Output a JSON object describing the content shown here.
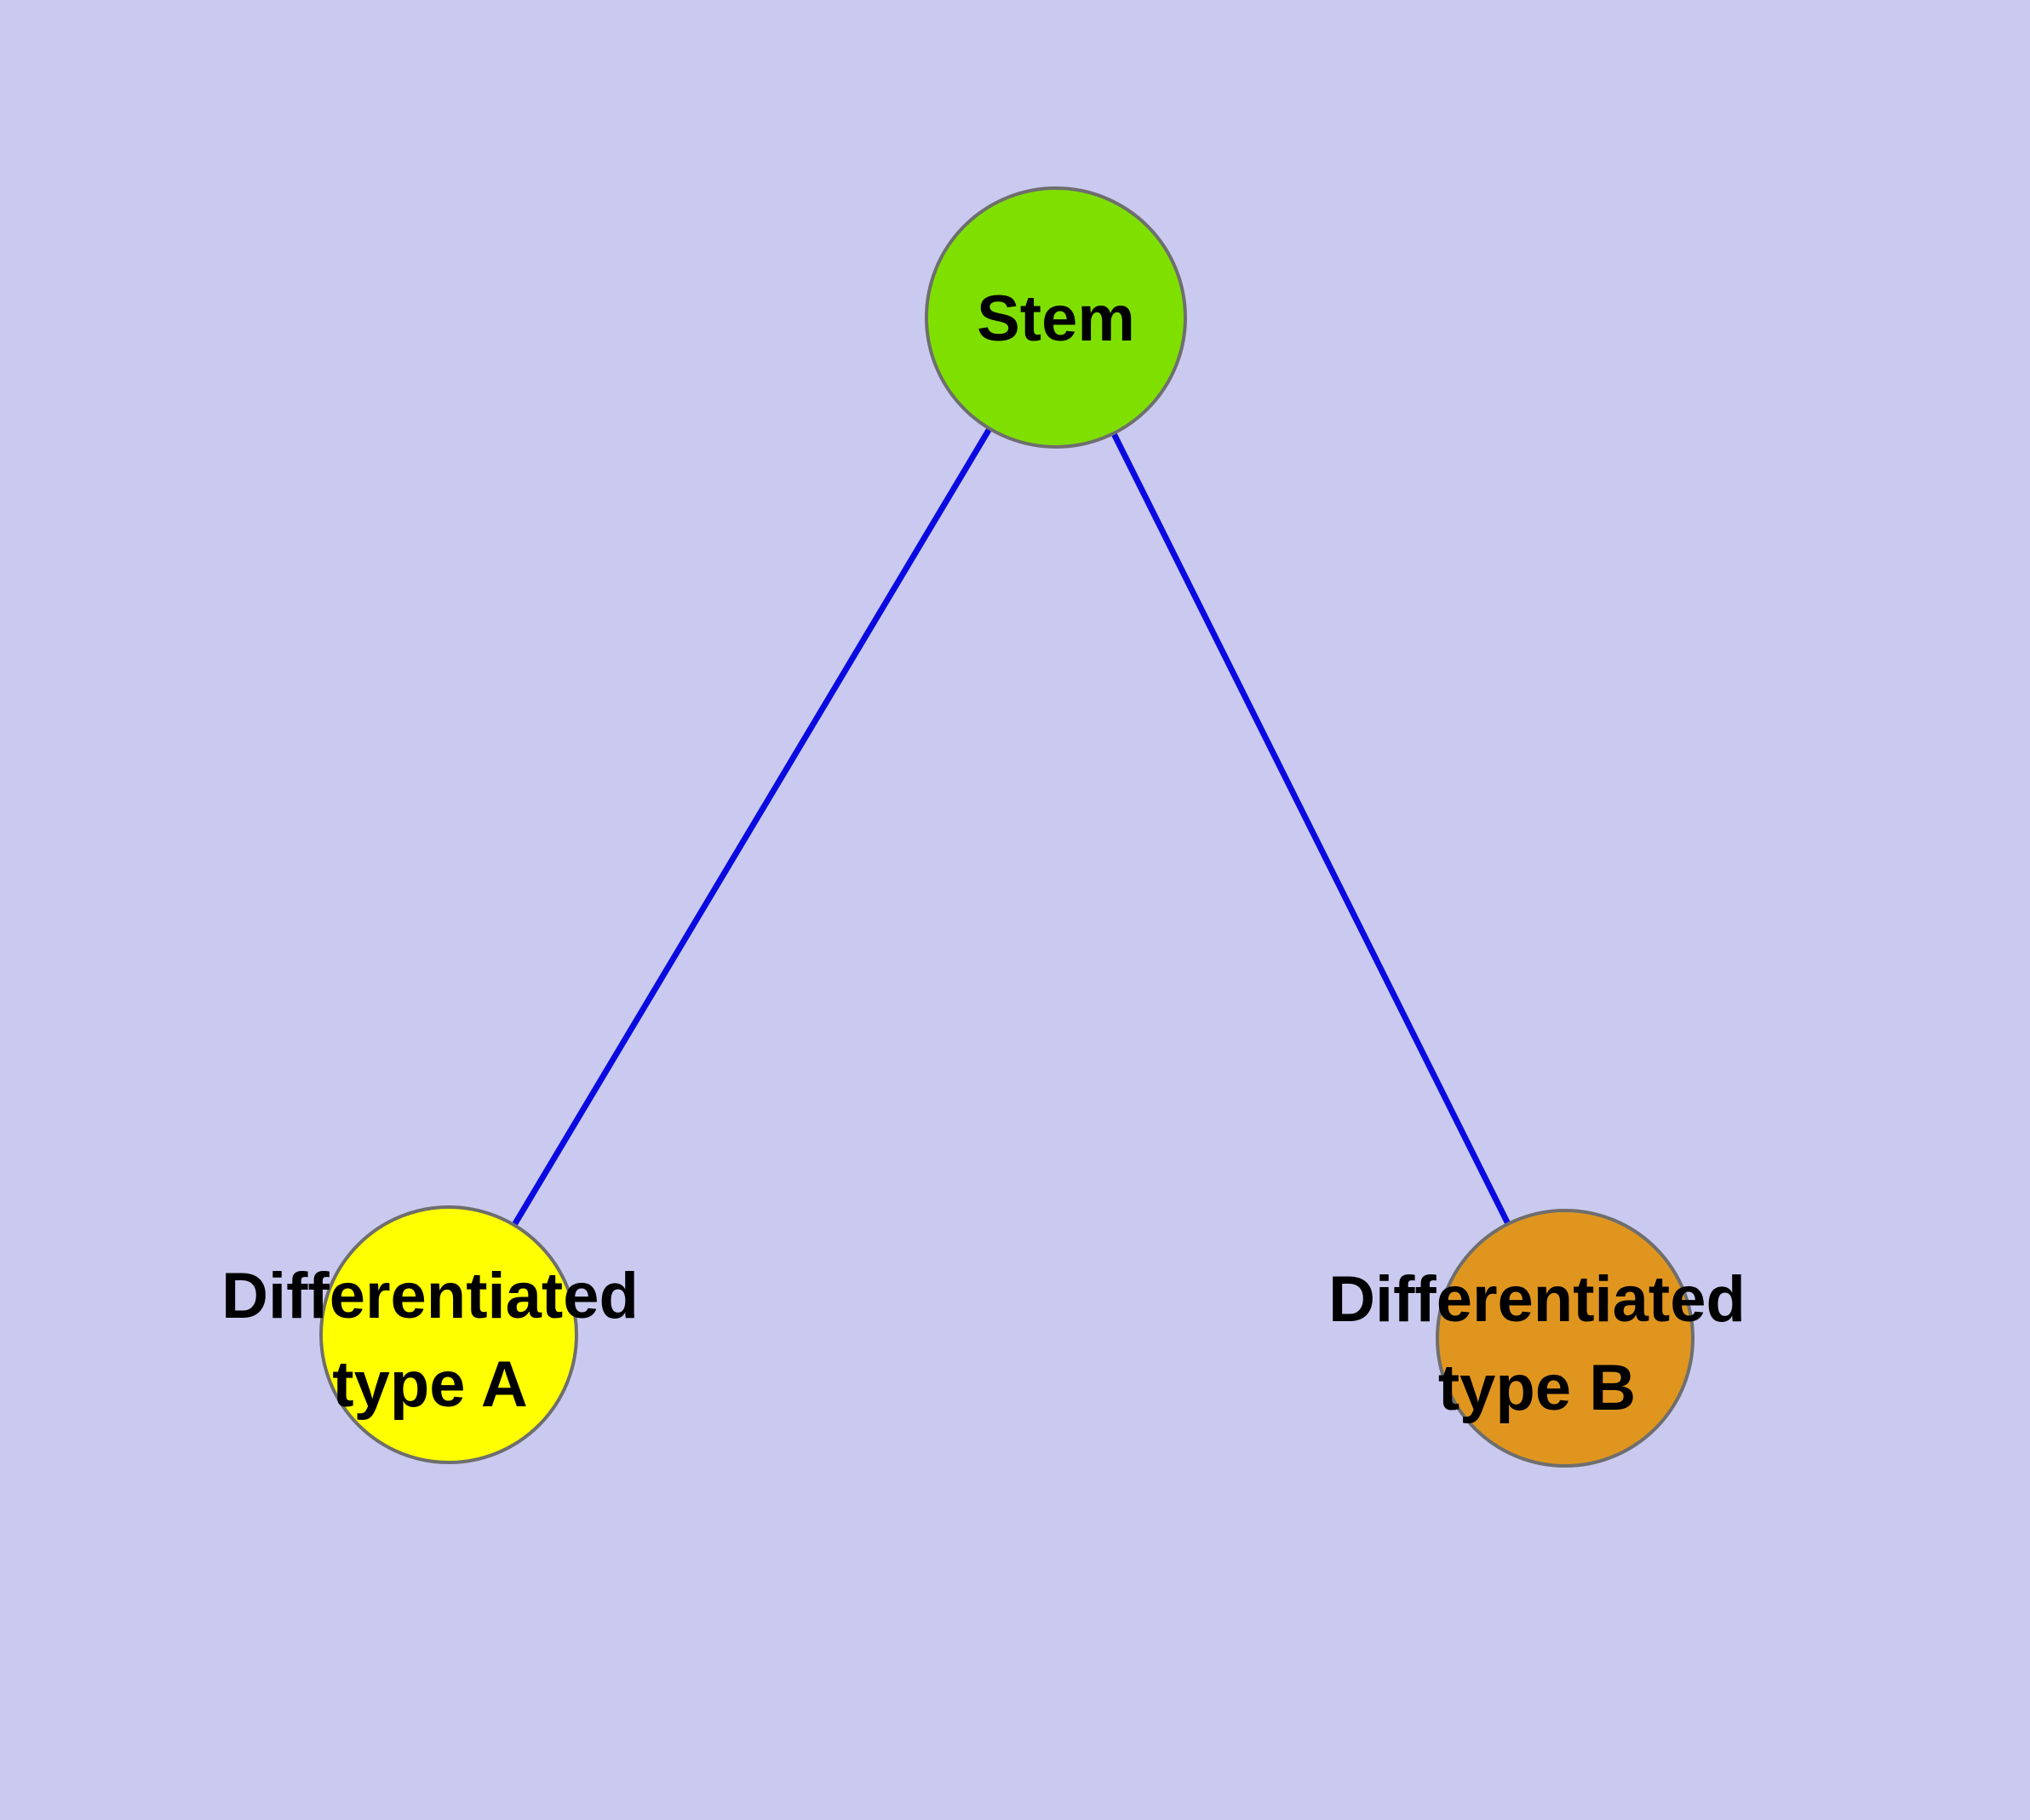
{
  "colors": {
    "background": "#cacaf0",
    "edge": "#0a0ae0",
    "stem_node": "#7fe000",
    "type_a_node": "#ffff00",
    "type_b_node": "#e0961e",
    "node_border": "#6e6e6e",
    "label_text": "#000000"
  },
  "nodes": {
    "stem": {
      "label": "Stem"
    },
    "type_a": {
      "label_line1": "Differentiated",
      "label_line2": "type A"
    },
    "type_b": {
      "label_line1": "Differentiated",
      "label_line2": "type B"
    }
  },
  "edges": [
    {
      "from": "Stem",
      "to": "Differentiated type A"
    },
    {
      "from": "Stem",
      "to": "Differentiated type B"
    }
  ]
}
